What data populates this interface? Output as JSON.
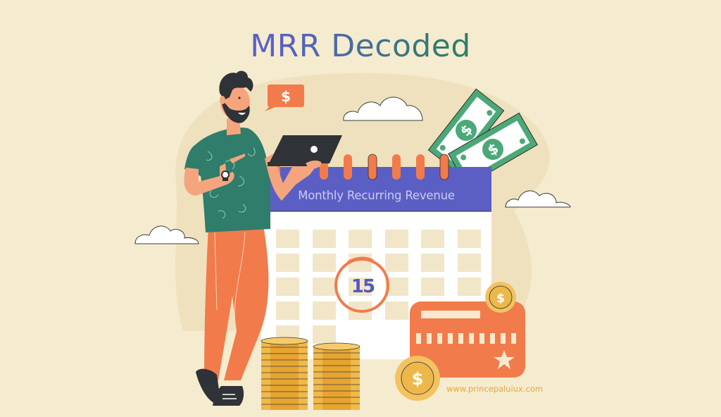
{
  "header": {
    "title": "MRR Decoded"
  },
  "calendar": {
    "banner_label": "Monthly Recurring Revenue",
    "highlighted_date": "15",
    "banner_color": "#5b5fc4",
    "ring_color": "#f27b4b"
  },
  "speech_bubble": {
    "icon": "dollar-sign",
    "symbol": "$"
  },
  "coins": {
    "symbol": "$"
  },
  "footer": {
    "website": "www.princepaluiux.com"
  },
  "colors": {
    "background": "#f5ebcf",
    "blob": "#efe1bd",
    "accent_orange": "#f27b4b",
    "accent_purple": "#5b5fc4",
    "accent_green": "#2f7d6a",
    "coin_gold": "#edb84b",
    "title_gradient_start": "#5a5fc8",
    "title_gradient_end": "#2e7e6c"
  }
}
